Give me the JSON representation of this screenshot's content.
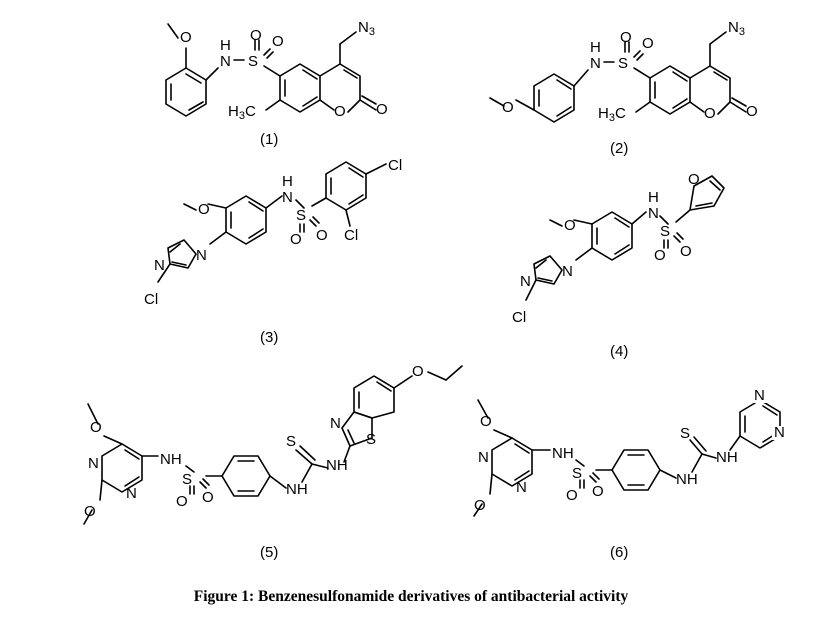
{
  "figure": {
    "caption": "Figure 1: Benzenesulfonamide derivatives of antibacterial activity",
    "compounds": [
      {
        "label": "(1)"
      },
      {
        "label": "(2)"
      },
      {
        "label": "(3)"
      },
      {
        "label": "(4)"
      },
      {
        "label": "(5)"
      },
      {
        "label": "(6)"
      }
    ]
  },
  "atoms": {
    "N": "N",
    "NH": "NH",
    "HN": "HN",
    "H": "H",
    "S": "S",
    "O": "O",
    "Cl": "Cl",
    "N3": "N",
    "N3_sub": "3",
    "H3C": "H",
    "H3C_sub": "3",
    "H3C_c": "C"
  }
}
